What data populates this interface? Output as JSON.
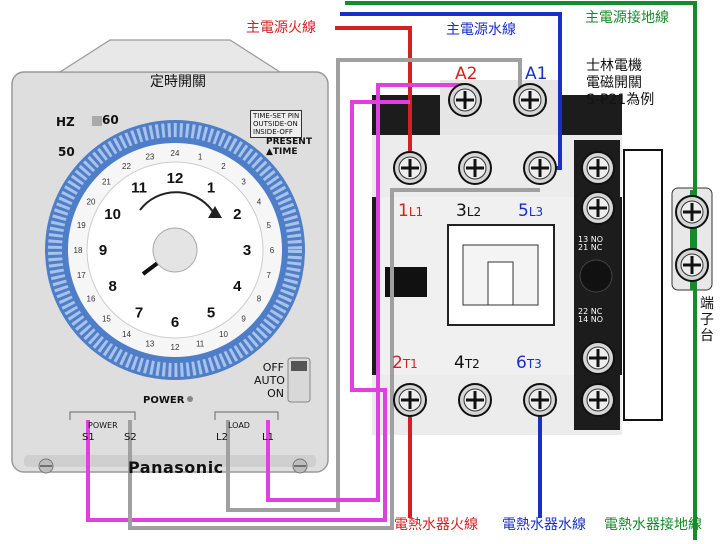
{
  "labels": {
    "main_live": "主電源火線",
    "main_neutral": "主電源水線",
    "main_ground": "主電源接地線",
    "timer_switch": "定時開關",
    "contactor_note": [
      "士林電機",
      "電磁開關",
      "S-P21為例"
    ],
    "terminal_block": [
      "端",
      "子",
      "台"
    ],
    "heater_live": "電熱水器火線",
    "heater_neutral": "電熱水器水線",
    "heater_ground": "電熱水器接地線"
  },
  "timer": {
    "brand": "Panasonic",
    "hz": "HZ",
    "hz_60": "60",
    "hz_50": "50",
    "setpin_lines": [
      "TIME-SET PIN",
      "OUTSIDE-ON",
      "INSIDE-OFF"
    ],
    "present_time": [
      "PRESENT",
      "▲TIME"
    ],
    "mode_off": "OFF",
    "mode_auto": "AUTO",
    "mode_on": "ON",
    "power_led": "POWER",
    "power_group": "POWER",
    "load_group": "LOAD",
    "s1": "S1",
    "s2": "S2",
    "l2": "L2",
    "l1": "L1",
    "dial_hours": [
      "12",
      "1",
      "2",
      "3",
      "4",
      "5",
      "6",
      "7",
      "8",
      "9",
      "10",
      "11"
    ],
    "ring_hours": [
      "1",
      "2",
      "3",
      "4",
      "5",
      "6",
      "7",
      "8",
      "9",
      "10",
      "11",
      "12",
      "13",
      "14",
      "15",
      "16",
      "17",
      "18",
      "19",
      "20",
      "21",
      "22",
      "23",
      "24"
    ]
  },
  "contactor": {
    "coil_a2": "A2",
    "coil_a1": "A1",
    "line_terminals": [
      {
        "num": "1",
        "sub": "L1",
        "color": "#d42020"
      },
      {
        "num": "3",
        "sub": "L2",
        "color": "#111111"
      },
      {
        "num": "5",
        "sub": "L3",
        "color": "#1a2fc8"
      }
    ],
    "load_terminals": [
      {
        "num": "2",
        "sub": "T1",
        "color": "#d42020"
      },
      {
        "num": "4",
        "sub": "T2",
        "color": "#111111"
      },
      {
        "num": "6",
        "sub": "T3",
        "color": "#1a2fc8"
      }
    ],
    "aux_labels": [
      "13",
      "NO",
      "21",
      "NC",
      "22",
      "NC",
      "14",
      "NO"
    ]
  },
  "wire_colors": {
    "live": "#d42020",
    "neutral": "#1a2fc8",
    "ground": "#178a2a",
    "timer_power": "#e040e0",
    "timer_load": "#a0a0a0"
  }
}
